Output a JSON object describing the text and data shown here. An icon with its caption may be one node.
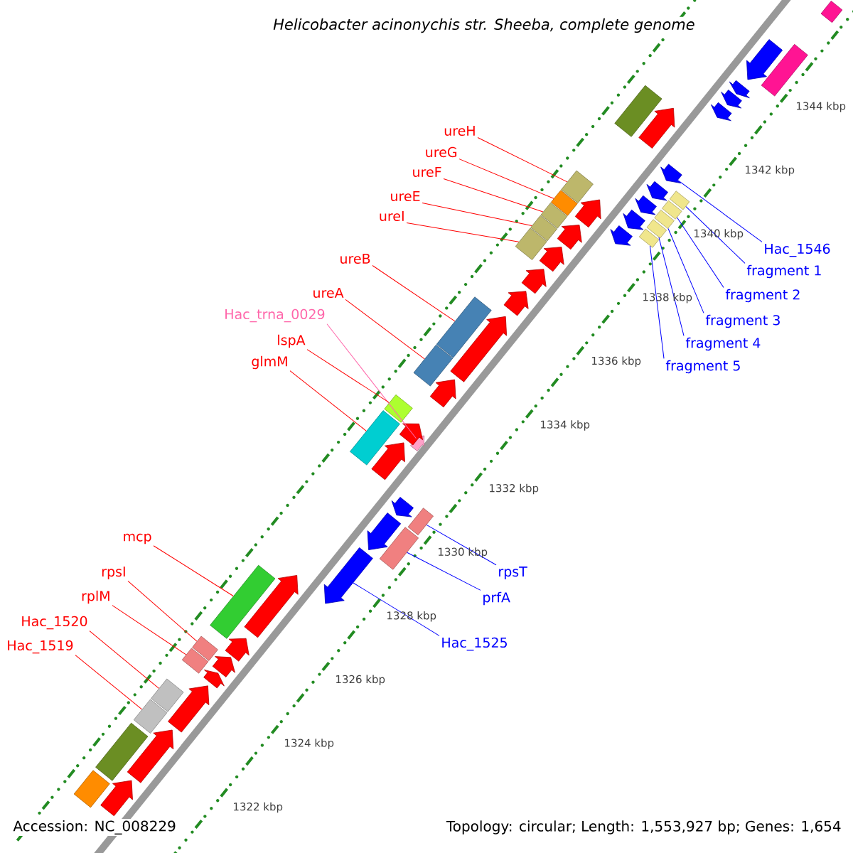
{
  "diagram": {
    "title": "Helicobacter acinonychis str. Sheeba, complete genome",
    "nodes": [
      {
        "text": [
          "ureH"
        ]
      },
      {
        "text": [
          "ureG"
        ]
      },
      {
        "text": [
          "ureF"
        ]
      },
      {
        "text": [
          "ureE"
        ]
      },
      {
        "text": [
          "ureI"
        ]
      },
      {
        "text": [
          "ureB"
        ]
      },
      {
        "text": [
          "ureA"
        ]
      },
      {
        "text": [
          "Hac_trna_0029"
        ]
      },
      {
        "text": [
          "lspA"
        ]
      },
      {
        "text": [
          "glmM"
        ]
      },
      {
        "text": [
          "mcp"
        ]
      },
      {
        "text": [
          "rpsI"
        ]
      },
      {
        "text": [
          "rplM"
        ]
      },
      {
        "text": [
          "Hac_1520"
        ]
      },
      {
        "text": [
          "Hac_1519"
        ]
      },
      {
        "text": [
          "Hac_1546"
        ]
      },
      {
        "text": [
          "fragment 1"
        ]
      },
      {
        "text": [
          "fragment 2"
        ]
      },
      {
        "text": [
          "fragment 3"
        ]
      },
      {
        "text": [
          "fragment 4"
        ]
      },
      {
        "text": [
          "fragment 5"
        ]
      },
      {
        "text": [
          "rpsT"
        ]
      },
      {
        "text": [
          "prfA"
        ]
      },
      {
        "text": [
          "Hac_1525"
        ]
      },
      {
        "text": [],
        "shape": "box"
      },
      {
        "text": [],
        "shape": "box"
      },
      {
        "text": [],
        "shape": "box"
      },
      {
        "text": [],
        "shape": "box"
      },
      {
        "text": [],
        "shape": "box"
      },
      {
        "text": [],
        "shape": "box"
      },
      {
        "text": [],
        "shape": "box"
      },
      {
        "text": [],
        "shape": "pentagon"
      },
      {
        "text": [],
        "shape": "box"
      },
      {
        "text": [],
        "shape": "box"
      },
      {
        "text": [],
        "shape": "box"
      },
      {
        "text": [],
        "shape": "box"
      },
      {
        "text": [],
        "shape": "box"
      },
      {
        "text": [],
        "shape": "box"
      },
      {
        "text": [],
        "shape": "box"
      },
      {
        "text": [],
        "shape": "pentagon"
      },
      {
        "text": [],
        "shape": "box"
      },
      {
        "text": [],
        "shape": "box"
      },
      {
        "text": [],
        "shape": "box"
      },
      {
        "text": [],
        "shape": "box"
      },
      {
        "text": [],
        "shape": "box"
      },
      {
        "text": [],
        "shape": "box"
      },
      {
        "text": [],
        "shape": "box"
      },
      {
        "text": [],
        "shape": "pentagon"
      },
      {
        "text": [],
        "shape": "box"
      },
      {
        "text": [],
        "shape": "box"
      },
      {
        "text": [],
        "shape": "box"
      },
      {
        "text": [],
        "shape": "box"
      },
      {
        "text": [],
        "shape": "box"
      },
      {
        "text": [],
        "shape": "pentagon"
      },
      {
        "text": [],
        "shape": "pentagon"
      },
      {
        "text": [],
        "shape": "pentagon"
      },
      {
        "text": [],
        "shape": "pentagon"
      },
      {
        "text": [],
        "shape": "pentagon"
      },
      {
        "text": [],
        "shape": "pentagon"
      },
      {
        "text": [],
        "shape": "pentagon"
      },
      {
        "text": [],
        "shape": "pentagon"
      },
      {
        "text": [],
        "shape": "pentagon"
      },
      {
        "text": [],
        "shape": "pentagon"
      },
      {
        "text": [],
        "shape": "pentagon"
      },
      {
        "text": [],
        "shape": "pentagon"
      },
      {
        "text": [],
        "shape": "pentagon"
      },
      {
        "text": [],
        "shape": "pentagon"
      },
      {
        "text": [],
        "shape": "pentagon"
      },
      {
        "text": [],
        "shape": "pentagon"
      },
      {
        "text": [],
        "shape": "pentagon"
      },
      {
        "text": [],
        "shape": "pentagon"
      },
      {
        "text": [],
        "shape": "pentagon"
      },
      {
        "text": [],
        "shape": "pentagon"
      },
      {
        "text": [],
        "shape": "pentagon"
      },
      {
        "text": [],
        "shape": "pentagon"
      },
      {
        "text": [],
        "shape": "pentagon"
      },
      {
        "text": [],
        "shape": "pentagon"
      },
      {
        "text": [],
        "shape": "pentagon"
      },
      {
        "text": [],
        "shape": "pentagon"
      },
      {
        "text": [],
        "shape": "pentagon"
      }
    ],
    "edges": [
      {
        "from": 0,
        "to": 24,
        "arrow": "none"
      },
      {
        "from": 1,
        "to": 25,
        "arrow": "none"
      },
      {
        "from": 2,
        "to": 26,
        "arrow": "none"
      },
      {
        "from": 3,
        "to": 27,
        "arrow": "none"
      },
      {
        "from": 4,
        "to": 28,
        "arrow": "none"
      },
      {
        "from": 5,
        "to": 29,
        "arrow": "none"
      },
      {
        "from": 6,
        "to": 30,
        "arrow": "none"
      },
      {
        "from": 7,
        "to": 31,
        "arrow": "none",
        "color": "#ff66aa"
      },
      {
        "from": 8,
        "to": 32,
        "arrow": "none"
      },
      {
        "from": 9,
        "to": 33,
        "arrow": "none"
      },
      {
        "from": 10,
        "to": 34,
        "arrow": "none"
      },
      {
        "from": 11,
        "to": 35,
        "arrow": "none"
      },
      {
        "from": 12,
        "to": 36,
        "arrow": "none"
      },
      {
        "from": 13,
        "to": 37,
        "arrow": "none"
      },
      {
        "from": 14,
        "to": 38,
        "arrow": "none"
      },
      {
        "from": 15,
        "to": 39,
        "arrow": "none",
        "color": "#0000ff"
      },
      {
        "from": 16,
        "to": 40,
        "arrow": "none",
        "color": "#0000ff"
      },
      {
        "from": 17,
        "to": 41,
        "arrow": "none",
        "color": "#0000ff"
      },
      {
        "from": 18,
        "to": 42,
        "arrow": "none",
        "color": "#0000ff"
      },
      {
        "from": 19,
        "to": 43,
        "arrow": "none",
        "color": "#0000ff"
      },
      {
        "from": 20,
        "to": 44,
        "arrow": "none",
        "color": "#0000ff"
      },
      {
        "from": 21,
        "to": 45,
        "arrow": "none",
        "color": "#0000ff"
      },
      {
        "from": 22,
        "to": 46,
        "arrow": "none",
        "color": "#0000ff"
      },
      {
        "from": 23,
        "to": 47,
        "arrow": "none",
        "color": "#0000ff"
      }
    ],
    "labels": [
      "1344 kbp",
      "1342 kbp",
      "1340 kbp",
      "1338 kbp",
      "1336 kbp",
      "1334 kbp",
      "1332 kbp",
      "1330 kbp",
      "1328 kbp",
      "1326 kbp",
      "1324 kbp",
      "1322 kbp",
      "Accession: NC_008229",
      "Topology: circular; Length: 1,553,927 bp; Genes: 1,654"
    ]
  }
}
